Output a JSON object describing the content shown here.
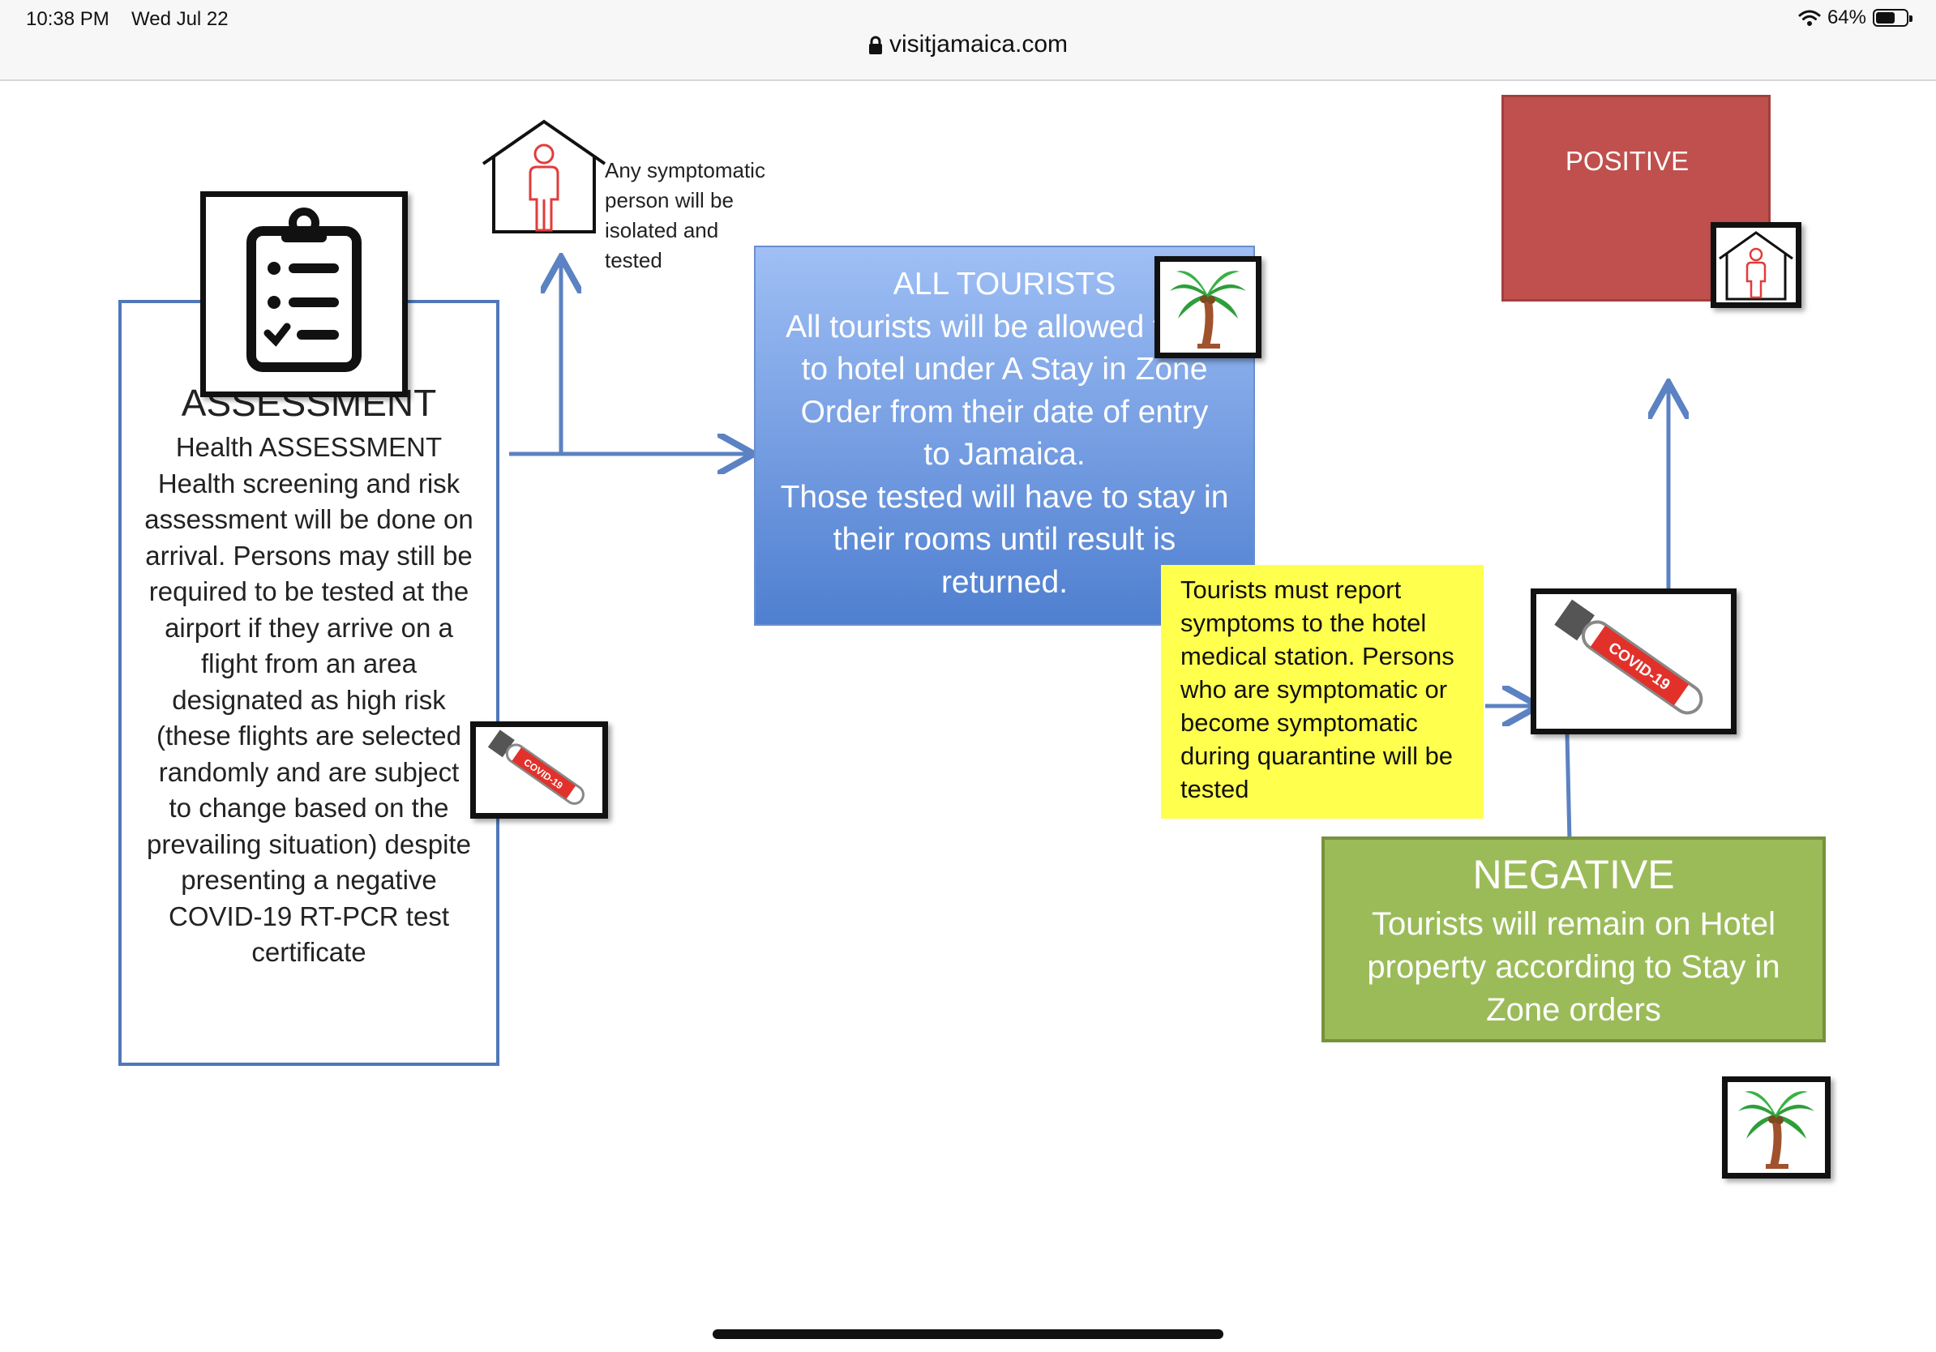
{
  "status_bar": {
    "time": "10:38 PM",
    "date": "Wed Jul 22",
    "battery": "64%",
    "battery_level": 0.64
  },
  "browser": {
    "url": "visitjamaica.com"
  },
  "health": {
    "title_line1": "Health",
    "title_line2": "ASSESSMENT",
    "lines": [
      "Health ASSESSMENT",
      "Health screening and risk",
      "assessment will be done on",
      "arrival. Persons may still be",
      "required to be tested at the",
      "airport if they arrive on a",
      "flight from an area",
      "designated as high risk",
      "(these flights are selected",
      "randomly and are subject",
      "to change based on the",
      "prevailing situation) despite",
      "presenting a negative",
      "COVID-19 RT-PCR test",
      "certificate"
    ]
  },
  "symptomatic_note": {
    "lines": [
      "Any symptomatic",
      "person will be",
      "isolated and",
      "tested"
    ]
  },
  "tourists": {
    "lines": [
      "ALL TOURISTS",
      "All tourists will be allowed to go",
      "to hotel under A Stay in Zone",
      "Order  from their date of entry",
      "to Jamaica.",
      "Those tested will have to stay in",
      "their rooms until result is",
      "returned."
    ]
  },
  "report_note": {
    "lines": [
      "Tourists must report",
      "symptoms to the hotel",
      "medical station. Persons",
      "who are symptomatic or",
      "become symptomatic",
      "during quarantine will be",
      "tested"
    ]
  },
  "positive": {
    "line1": "POSITIVE",
    "line2": "ISOLATED"
  },
  "negative": {
    "title": "NEGATIVE",
    "lines": [
      "Tourists will remain on Hotel",
      "property according to Stay in",
      "Zone orders"
    ]
  },
  "test_tube_label": "COVID-19",
  "colors": {
    "box_border": "#4f78b8",
    "arrow": "#5b82c2",
    "tourists_top": "#9fbff5",
    "tourists_bottom": "#4f7fd0",
    "note_yellow": "#ffff4d",
    "positive_red": "#c0504d",
    "negative_green": "#9bbb59"
  },
  "icons": [
    "clipboard-checklist-icon",
    "isolated-person-house-icon",
    "palm-tree-icon",
    "covid-test-tube-icon",
    "lock-icon",
    "wifi-icon",
    "battery-icon"
  ]
}
